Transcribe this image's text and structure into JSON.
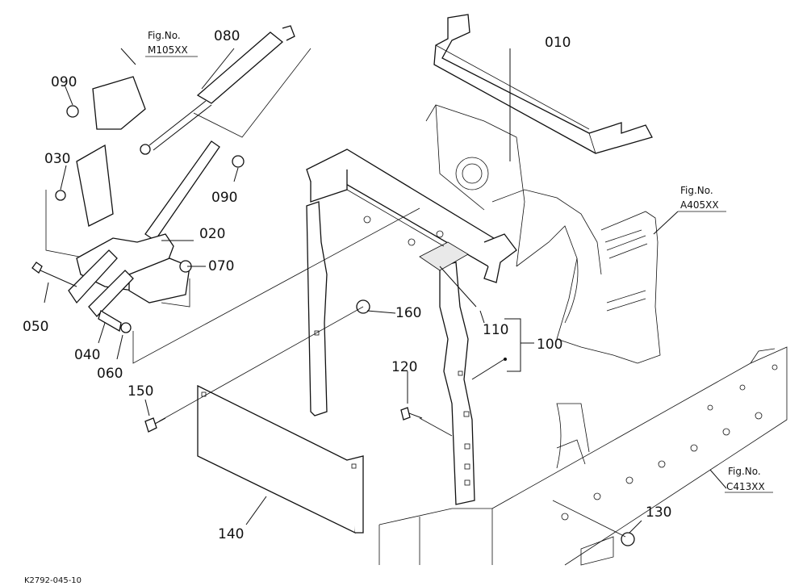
{
  "callouts": [
    {
      "id": "010",
      "label": "010"
    },
    {
      "id": "020",
      "label": "020"
    },
    {
      "id": "030",
      "label": "030"
    },
    {
      "id": "040",
      "label": "040"
    },
    {
      "id": "050",
      "label": "050"
    },
    {
      "id": "060",
      "label": "060"
    },
    {
      "id": "070",
      "label": "070"
    },
    {
      "id": "080",
      "label": "080"
    },
    {
      "id": "090a",
      "label": "090"
    },
    {
      "id": "090b",
      "label": "090"
    },
    {
      "id": "100",
      "label": "100"
    },
    {
      "id": "110",
      "label": "110"
    },
    {
      "id": "120",
      "label": "120"
    },
    {
      "id": "130",
      "label": "130"
    },
    {
      "id": "140",
      "label": "140"
    },
    {
      "id": "150",
      "label": "150"
    },
    {
      "id": "160",
      "label": "160"
    }
  ],
  "figure_refs": [
    {
      "prefix": "Fig.No.",
      "code": "M105XX"
    },
    {
      "prefix": "Fig.No.",
      "code": "A405XX"
    },
    {
      "prefix": "Fig.No.",
      "code": "C413XX"
    }
  ],
  "drawing_code": "K2792-045-10"
}
